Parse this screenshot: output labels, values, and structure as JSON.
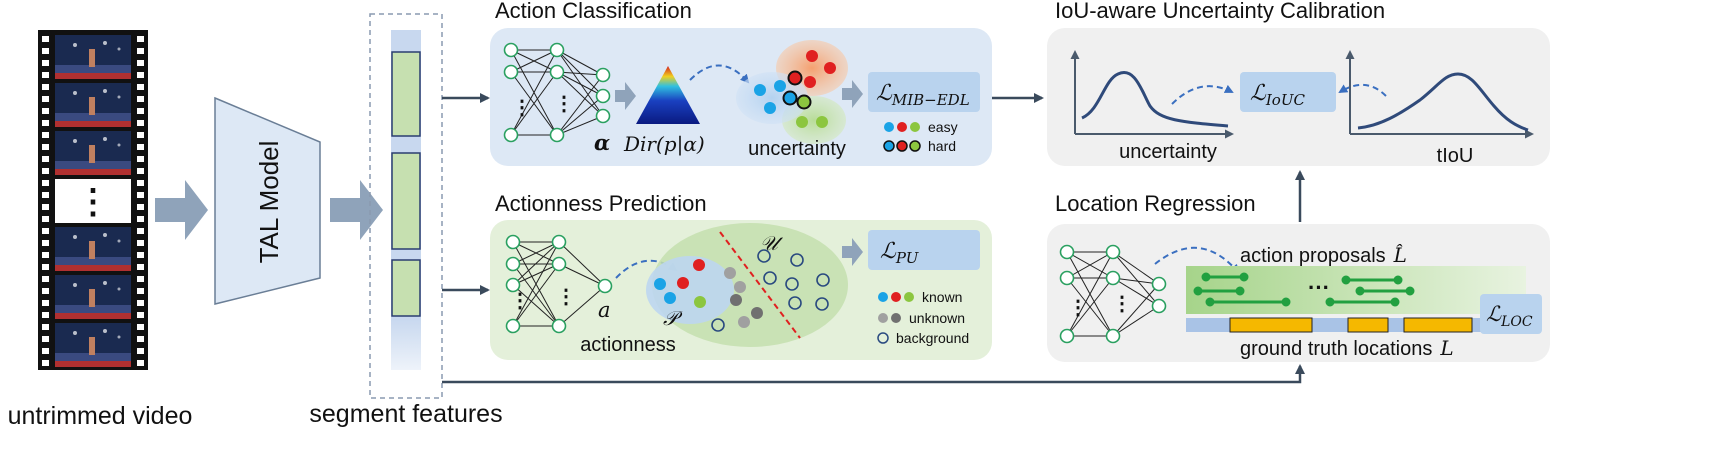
{
  "labels": {
    "untrimmed_video": "untrimmed video",
    "tal_model": "TAL Model",
    "segment_features": "segment features",
    "film_ellipsis": "⋮"
  },
  "action_classification": {
    "title": "Action Classification",
    "alpha": "α",
    "dirichlet": "Dir(p|α)",
    "uncertainty": "uncertainty",
    "loss": "ℒ",
    "loss_sub": "MIB−EDL",
    "legend_easy": "easy",
    "legend_hard": "hard",
    "net_ellipsis": "⋮"
  },
  "actionness_prediction": {
    "title": "Actionness Prediction",
    "a": "a",
    "actionness": "actionness",
    "set_p": "𝒫",
    "set_u": "𝒰",
    "loss": "ℒ",
    "loss_sub": "PU",
    "legend_known": "known",
    "legend_unknown": "unknown",
    "legend_background": "background"
  },
  "iou_calibration": {
    "title": "IoU-aware Uncertainty Calibration",
    "uncertainty": "uncertainty",
    "tiou": "tIoU",
    "loss": "ℒ",
    "loss_sub": "IoUC"
  },
  "location_regression": {
    "title": "Location Regression",
    "proposals": "action proposals",
    "proposals_symbol": "L̂",
    "gt": "ground truth locations",
    "gt_symbol": "L",
    "loss": "ℒ",
    "loss_sub": "LOC",
    "dots": "···"
  },
  "colors": {
    "blue_box": "#dde8f5",
    "green_box": "#e4f0da",
    "gray_box": "#f0f0f0",
    "loss_box": "#b9d3ee",
    "arrow_gray": "#8fa3ba",
    "dark_arrow": "#3a4a5c",
    "curve": "#2f4a7a",
    "green_dot": "#8cc63f",
    "blue_dot": "#1aa3e6",
    "red_dot": "#e02020",
    "gray_dot": "#a0a0a0",
    "proposal_green": "#22a040",
    "gt_orange": "#f5b800"
  }
}
